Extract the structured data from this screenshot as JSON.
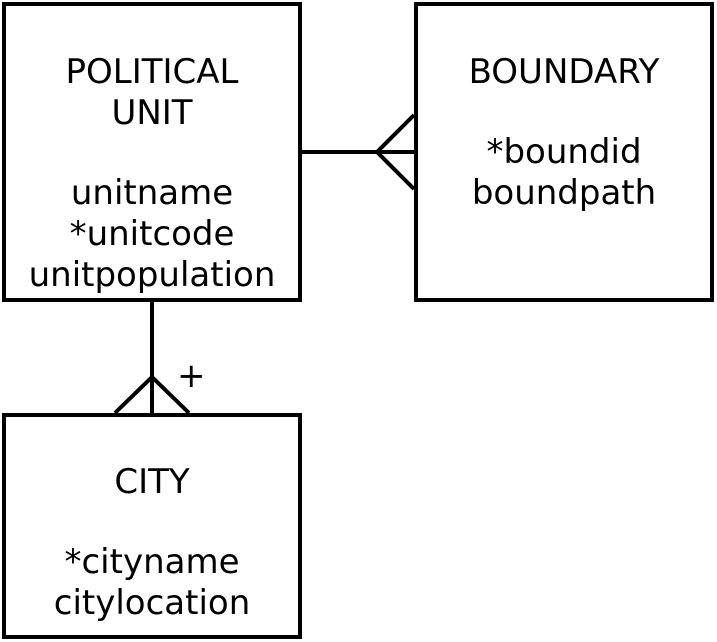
{
  "entities": {
    "political_unit": {
      "title_lines": [
        "POLITICAL",
        "UNIT"
      ],
      "attributes": [
        "unitname",
        "*unitcode",
        "unitpopulation"
      ]
    },
    "boundary": {
      "title_lines": [
        "BOUNDARY"
      ],
      "attributes": [
        "*boundid",
        "boundpath"
      ]
    },
    "city": {
      "title_lines": [
        "CITY"
      ],
      "attributes": [
        "*cityname",
        "citylocation"
      ]
    }
  },
  "relationships": {
    "unit_boundary": {
      "from": "political_unit",
      "to": "boundary",
      "cardinality": "one-to-many"
    },
    "unit_city": {
      "from": "political_unit",
      "to": "city",
      "cardinality": "one-to-many",
      "label": "+"
    }
  },
  "colors": {
    "line": "#000000",
    "background": "#ffffff"
  }
}
